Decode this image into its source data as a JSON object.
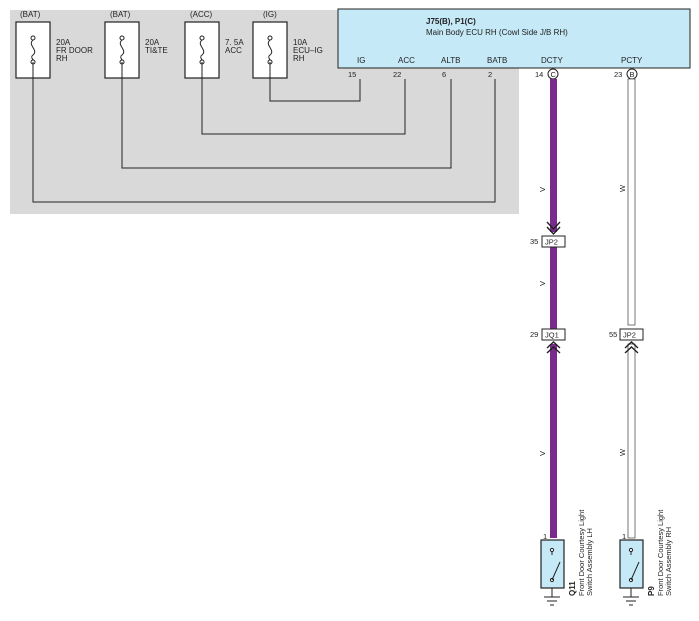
{
  "fuses": [
    {
      "source": "(BAT)",
      "lines": [
        "20A",
        "FR DOOR",
        "RH"
      ]
    },
    {
      "source": "(BAT)",
      "lines": [
        "20A",
        "TI&TE"
      ]
    },
    {
      "source": "(ACC)",
      "lines": [
        "7. 5A",
        "ACC"
      ]
    },
    {
      "source": "(IG)",
      "lines": [
        "10A",
        "ECU–IG",
        "RH"
      ]
    }
  ],
  "ecu": {
    "title": "J75(B), P1(C)",
    "subtitle": "Main Body ECU RH (Cowl Side J/B RH)",
    "terminals": [
      {
        "name": "IG",
        "pin": "15"
      },
      {
        "name": "ACC",
        "pin": "22"
      },
      {
        "name": "ALTB",
        "pin": "6"
      },
      {
        "name": "BATB",
        "pin": "2"
      },
      {
        "name": "DCTY",
        "pin": "14",
        "connector": "C"
      },
      {
        "name": "PCTY",
        "pin": "23",
        "connector": "B"
      }
    ]
  },
  "wires": {
    "left_color": "V",
    "right_color": "W",
    "left_hex": "#7a2a8c",
    "right_hex": "#ffffff"
  },
  "junctions": [
    {
      "pin": "35",
      "name": "JP2"
    },
    {
      "pin": "29",
      "name": "JQ1"
    },
    {
      "pin": "55",
      "name": "JP2"
    }
  ],
  "switches": [
    {
      "pin": "1",
      "code": "Q11",
      "lines": [
        "Front Door Courtesy Light",
        "Switch Assembly LH"
      ]
    },
    {
      "pin": "1",
      "code": "P9",
      "lines": [
        "Front Door Courtesy Light",
        "Switch Assembly RH"
      ]
    }
  ],
  "colors": {
    "background_panel": "#d9d9d9",
    "ecu_fill": "#c6e9f7",
    "purple_wire": "#7a2a8c"
  }
}
